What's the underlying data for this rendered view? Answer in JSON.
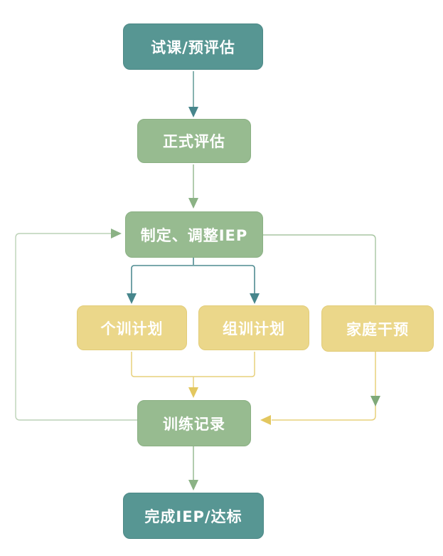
{
  "diagram": {
    "nodes": [
      {
        "id": "trial",
        "label": "试课/预评估",
        "style": "teal"
      },
      {
        "id": "formal",
        "label": "正式评估",
        "style": "green"
      },
      {
        "id": "iep",
        "label": "制定、调整IEP",
        "style": "green"
      },
      {
        "id": "individual",
        "label": "个训计划",
        "style": "yellow"
      },
      {
        "id": "group",
        "label": "组训计划",
        "style": "yellow"
      },
      {
        "id": "family",
        "label": "家庭干预",
        "style": "yellow"
      },
      {
        "id": "record",
        "label": "训练记录",
        "style": "green"
      },
      {
        "id": "complete",
        "label": "完成IEP/达标",
        "style": "teal"
      }
    ],
    "edges": [
      {
        "from": "试课/预评估",
        "to": "正式评估",
        "color": "teal"
      },
      {
        "from": "正式评估",
        "to": "制定、调整IEP",
        "color": "green"
      },
      {
        "from": "制定、调整IEP",
        "to": "个训计划",
        "color": "teal"
      },
      {
        "from": "制定、调整IEP",
        "to": "组训计划",
        "color": "teal"
      },
      {
        "from": "制定、调整IEP",
        "to": "家庭干预",
        "color": "green"
      },
      {
        "from": "个训计划",
        "to": "训练记录",
        "color": "yellow"
      },
      {
        "from": "组训计划",
        "to": "训练记录",
        "color": "yellow"
      },
      {
        "from": "家庭干预",
        "to": "训练记录",
        "color": "yellow"
      },
      {
        "from": "训练记录",
        "to": "制定、调整IEP",
        "color": "green",
        "type": "feedback-loop"
      },
      {
        "from": "训练记录",
        "to": "完成IEP/达标",
        "color": "green"
      }
    ],
    "colors": {
      "teal_box": "#579693",
      "green_box": "#97bb90",
      "yellow_box": "#ebd78a",
      "teal_line": "#69a09d",
      "teal_arrow": "#47868c",
      "branch_teal": "#4f8b91",
      "green_line": "#9fbf99",
      "green_arrow": "#8bb285",
      "loop_line": "#bcd2b7",
      "yellow_line": "#e7d07b",
      "yellow_arrow": "#e3c75f",
      "text": "#ffffff",
      "background": "#ffffff"
    }
  }
}
